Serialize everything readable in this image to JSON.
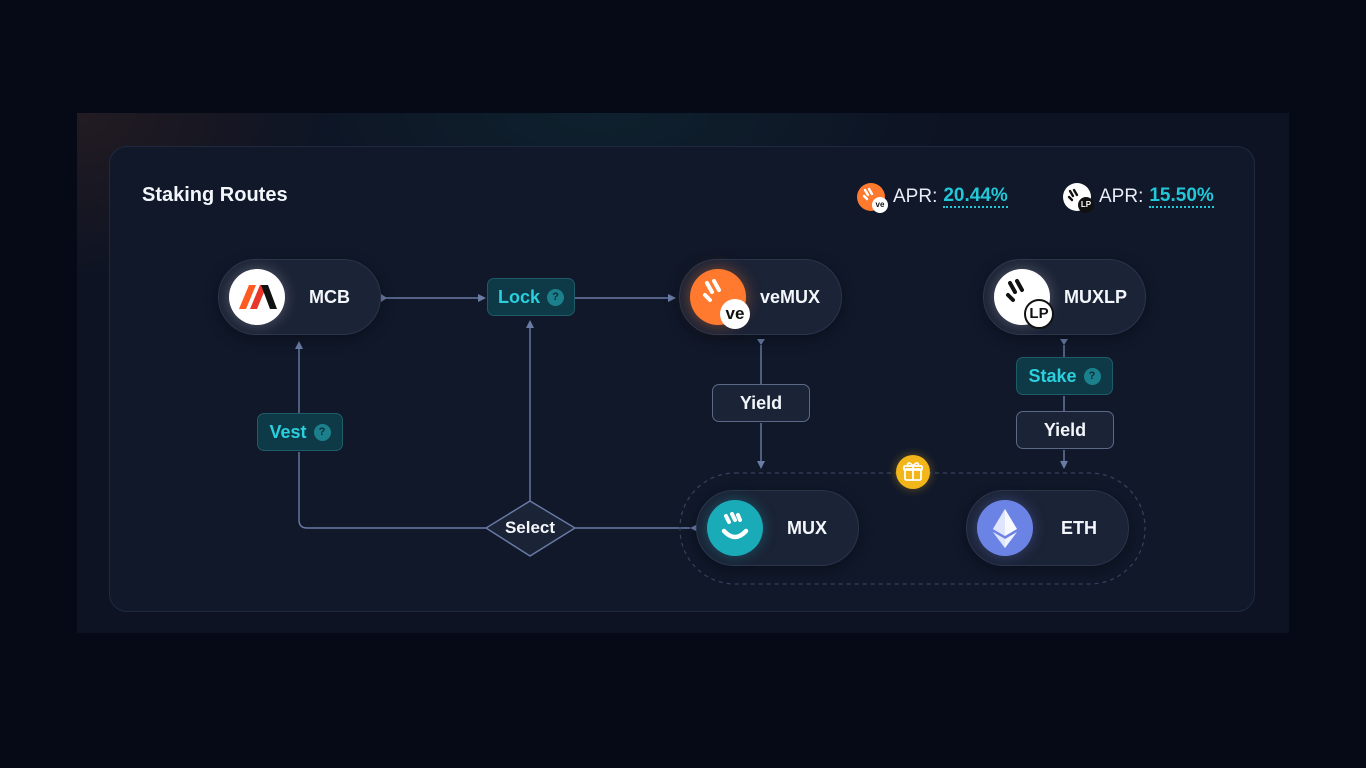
{
  "title": "Staking Routes",
  "apr": [
    {
      "token": "veMUX",
      "label": "APR:",
      "value": "20.44%",
      "icon": "vemux-icon"
    },
    {
      "token": "MUXLP",
      "label": "APR:",
      "value": "15.50%",
      "icon": "muxlp-icon"
    }
  ],
  "tokens": {
    "mcb": {
      "name": "MCB",
      "icon": "mcb-logo-icon"
    },
    "vemux": {
      "name": "veMUX",
      "badge": "ve",
      "icon": "vemux-logo-icon"
    },
    "muxlp": {
      "name": "MUXLP",
      "badge": "LP",
      "icon": "muxlp-logo-icon"
    },
    "mux": {
      "name": "MUX",
      "icon": "mux-logo-icon"
    },
    "eth": {
      "name": "ETH",
      "icon": "ethereum-icon"
    }
  },
  "actions": {
    "lock": "Lock",
    "vest": "Vest",
    "stake": "Stake",
    "select": "Select",
    "yield_vemux": "Yield",
    "yield_muxlp": "Yield"
  },
  "help_glyph": "?",
  "colors": {
    "background": "#060a17",
    "card": "#10182a",
    "accent": "#22c8d8",
    "vemux": "#ff7a2e",
    "mux": "#1aabb8",
    "eth": "#6c83e6",
    "gift": "#f2b51a",
    "connector": "#6a7ba6"
  }
}
